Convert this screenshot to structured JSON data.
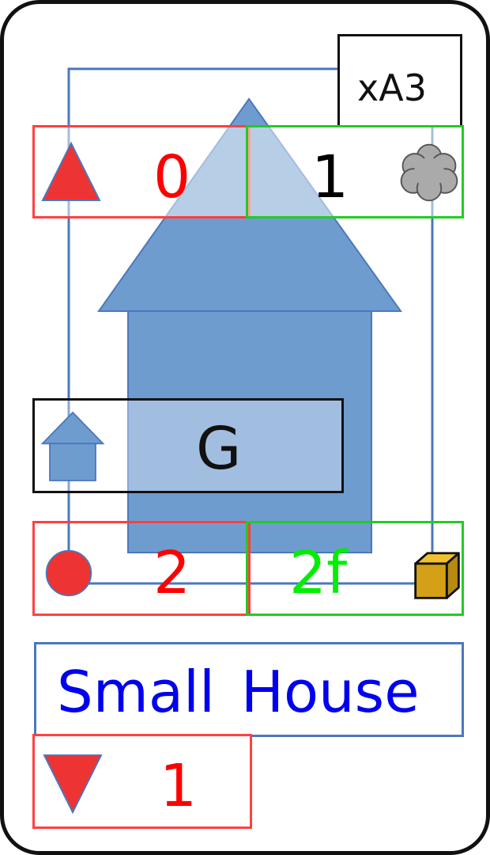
{
  "card": {
    "code": "xA3",
    "name": "Small House",
    "type_letter": "G",
    "stats": {
      "top_left": {
        "icon": "red-up-triangle-icon",
        "value": "0",
        "color": "#ff0000"
      },
      "top_right": {
        "icon": "grey-cloud-icon",
        "value": "1",
        "color": "#000000"
      },
      "bottom_left": {
        "icon": "red-circle-icon",
        "value": "2",
        "color": "#ff0000"
      },
      "bottom_right": {
        "icon": "gold-cube-icon",
        "value": "2f",
        "color": "#00ee00"
      },
      "below_name": {
        "icon": "red-down-triangle-icon",
        "value": "1",
        "color": "#ff0000"
      }
    },
    "colors": {
      "red_frame": "#ff4040",
      "green_frame": "#22cc22",
      "blue_frame": "#4a78bd",
      "house_fill": "#6f9ccf",
      "name_text": "#0000ee"
    }
  }
}
